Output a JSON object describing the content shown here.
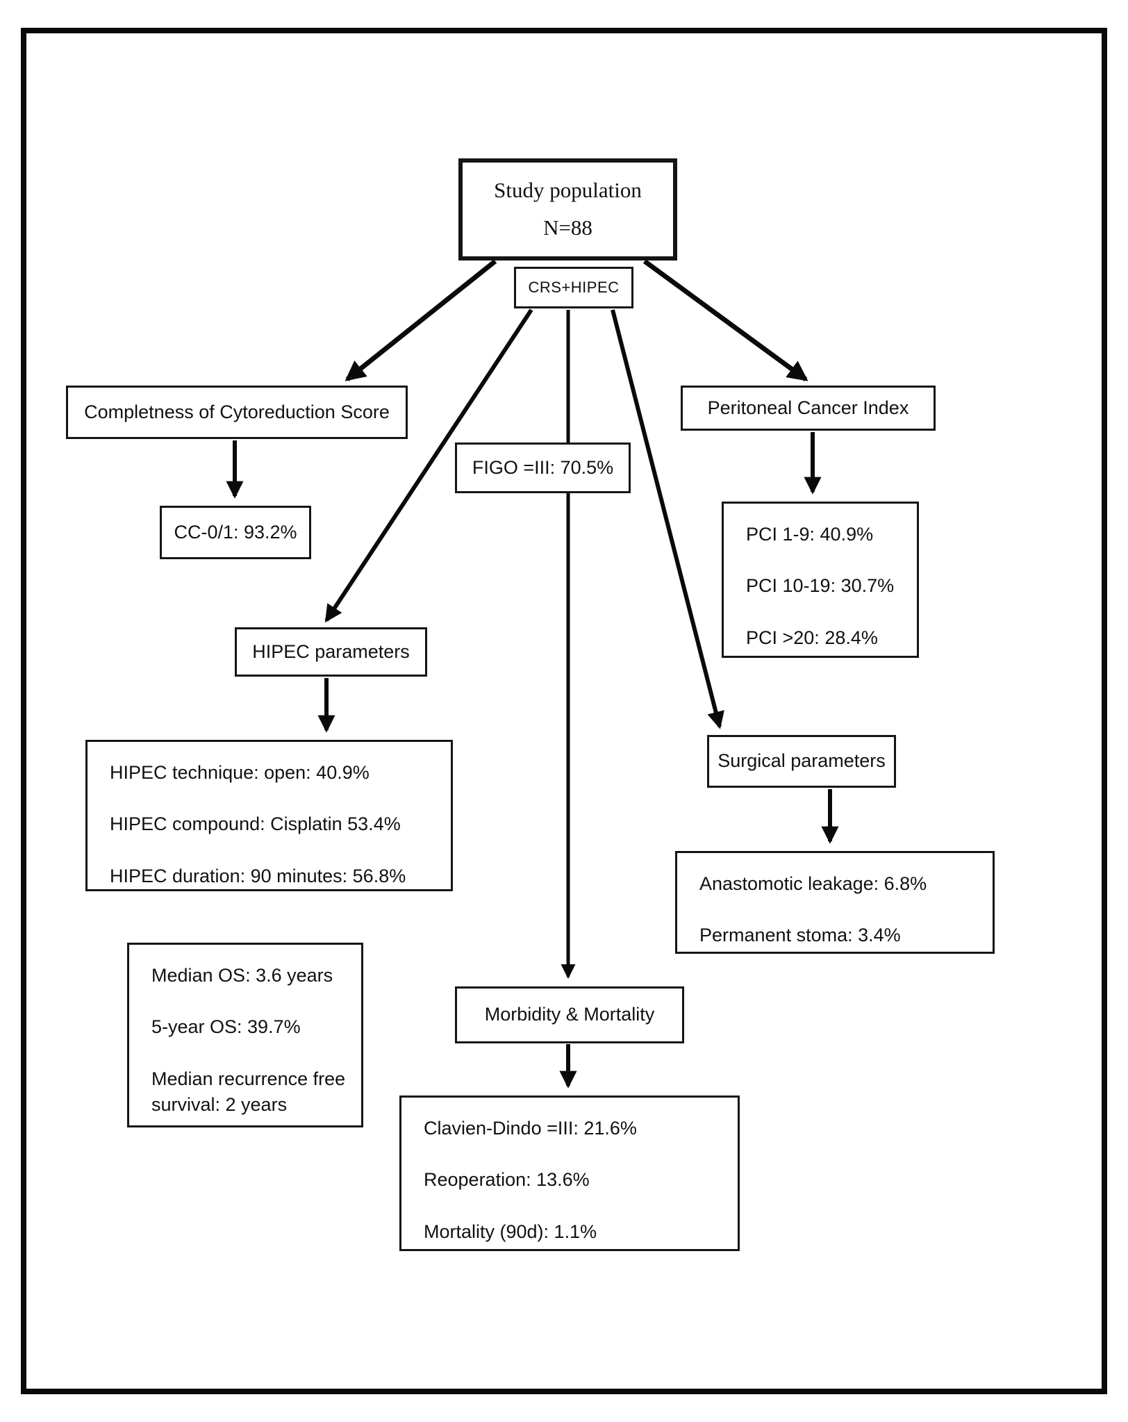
{
  "figure": {
    "study": {
      "title": "Study population",
      "n": "N=88"
    },
    "crs_hipec": {
      "label": "CRS+HIPEC"
    },
    "ccs": {
      "title": "Completness of Cytoreduction Score",
      "result": "CC-0/1: 93.2%"
    },
    "figo": {
      "label": "FIGO =III: 70.5%"
    },
    "pci": {
      "title": "Peritoneal Cancer Index",
      "lines": [
        "PCI 1-9: 40.9%",
        "PCI 10-19: 30.7%",
        "PCI >20: 28.4%"
      ]
    },
    "hipec": {
      "title": "HIPEC parameters",
      "lines": [
        "HIPEC technique: open: 40.9%",
        "HIPEC compound: Cisplatin 53.4%",
        "HIPEC duration: 90 minutes: 56.8%"
      ]
    },
    "surgical": {
      "title": "Surgical parameters",
      "lines": [
        "Anastomotic leakage: 6.8%",
        "Permanent stoma: 3.4%"
      ]
    },
    "survival": {
      "lines": [
        "Median OS: 3.6 years",
        "5-year OS: 39.7%",
        "Median recurrence free survival: 2 years"
      ]
    },
    "morbidity": {
      "title": "Morbidity & Mortality",
      "lines": [
        "Clavien-Dindo =III: 21.6%",
        "Reoperation: 13.6%",
        "Mortality (90d): 1.1%"
      ]
    }
  },
  "colors": {
    "ink": "#111111",
    "background": "#ffffff"
  }
}
